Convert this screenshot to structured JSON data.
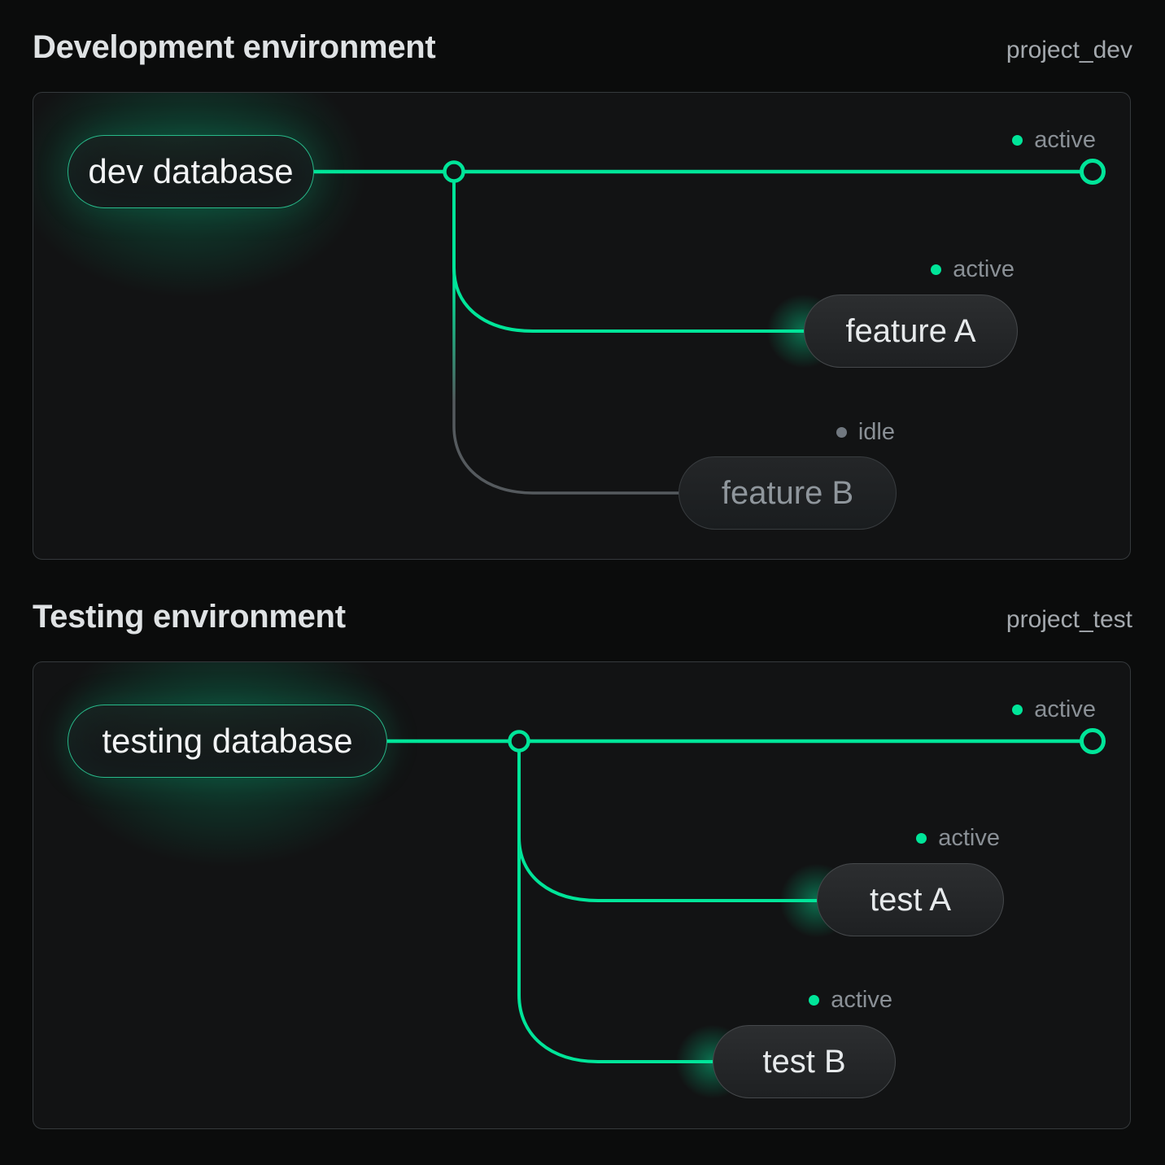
{
  "colors": {
    "accent_green": "#00e599",
    "idle_gray": "#717880",
    "line_gray": "#555a5e",
    "panel_background": "#121314",
    "page_background": "#0b0c0c"
  },
  "sections": [
    {
      "title": "Development environment",
      "project_label": "project_dev",
      "database": {
        "label": "dev database",
        "state": "active"
      },
      "root_status": {
        "label": "active",
        "state": "active"
      },
      "branches": [
        {
          "label": "feature A",
          "status": {
            "label": "active",
            "state": "active"
          }
        },
        {
          "label": "feature B",
          "status": {
            "label": "idle",
            "state": "idle"
          }
        }
      ]
    },
    {
      "title": "Testing environment",
      "project_label": "project_test",
      "database": {
        "label": "testing database",
        "state": "active"
      },
      "root_status": {
        "label": "active",
        "state": "active"
      },
      "branches": [
        {
          "label": "test A",
          "status": {
            "label": "active",
            "state": "active"
          }
        },
        {
          "label": "test B",
          "status": {
            "label": "active",
            "state": "active"
          }
        }
      ]
    }
  ]
}
